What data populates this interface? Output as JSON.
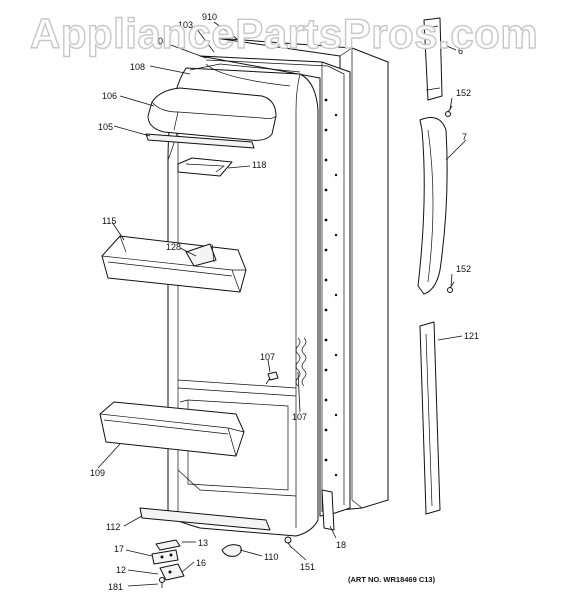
{
  "watermark": "AppliancePartsPros.com",
  "art_number": "(ART NO. WR18469 C13)",
  "callouts": [
    {
      "id": "910",
      "label": "910"
    },
    {
      "id": "103",
      "label": "103"
    },
    {
      "id": "04",
      "label": "04"
    },
    {
      "id": "108",
      "label": "108"
    },
    {
      "id": "106",
      "label": "106"
    },
    {
      "id": "105",
      "label": "105"
    },
    {
      "id": "118",
      "label": "118"
    },
    {
      "id": "115",
      "label": "115"
    },
    {
      "id": "128",
      "label": "128"
    },
    {
      "id": "107a",
      "label": "107"
    },
    {
      "id": "107b",
      "label": "107"
    },
    {
      "id": "109",
      "label": "109"
    },
    {
      "id": "112",
      "label": "112"
    },
    {
      "id": "13",
      "label": "13"
    },
    {
      "id": "17",
      "label": "17"
    },
    {
      "id": "16",
      "label": "16"
    },
    {
      "id": "12",
      "label": "12"
    },
    {
      "id": "181",
      "label": "181"
    },
    {
      "id": "110",
      "label": "110"
    },
    {
      "id": "151",
      "label": "151"
    },
    {
      "id": "18",
      "label": "18"
    },
    {
      "id": "6",
      "label": "6"
    },
    {
      "id": "152a",
      "label": "152"
    },
    {
      "id": "7",
      "label": "7"
    },
    {
      "id": "152b",
      "label": "152"
    },
    {
      "id": "121",
      "label": "121"
    }
  ]
}
